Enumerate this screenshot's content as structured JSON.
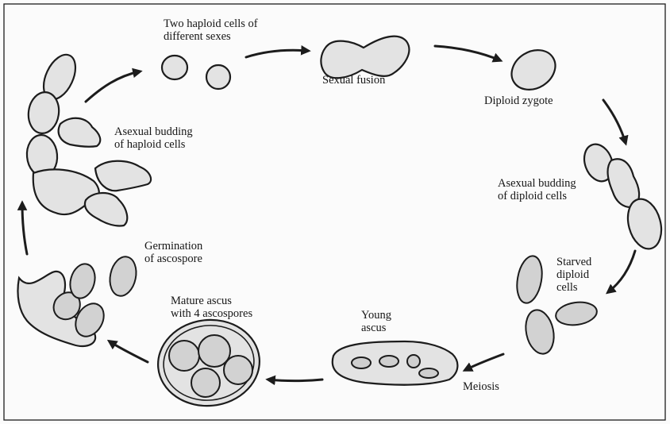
{
  "figure": {
    "labels": {
      "two_haploid": [
        "Two haploid cells of",
        "different sexes"
      ],
      "sexual_fusion": "Sexual fusion",
      "diploid_zygote": "Diploid zygote",
      "asexual_diploid": [
        "Asexual budding",
        "of diploid cells"
      ],
      "starved": [
        "Starved",
        "diploid",
        "cells"
      ],
      "meiosis": "Meiosis",
      "young_ascus": [
        "Young",
        "ascus"
      ],
      "mature_ascus": [
        "Mature ascus",
        "with 4 ascospores"
      ],
      "germination": [
        "Germination",
        "of ascospore"
      ],
      "asexual_haploid": [
        "Asexual budding",
        "of haploid cells"
      ]
    },
    "colors": {
      "line": "#1c1c1c",
      "cell_fill": "#e3e3e3",
      "spore_fill": "#d2d2d2",
      "paper": "#fbfbfb"
    }
  }
}
